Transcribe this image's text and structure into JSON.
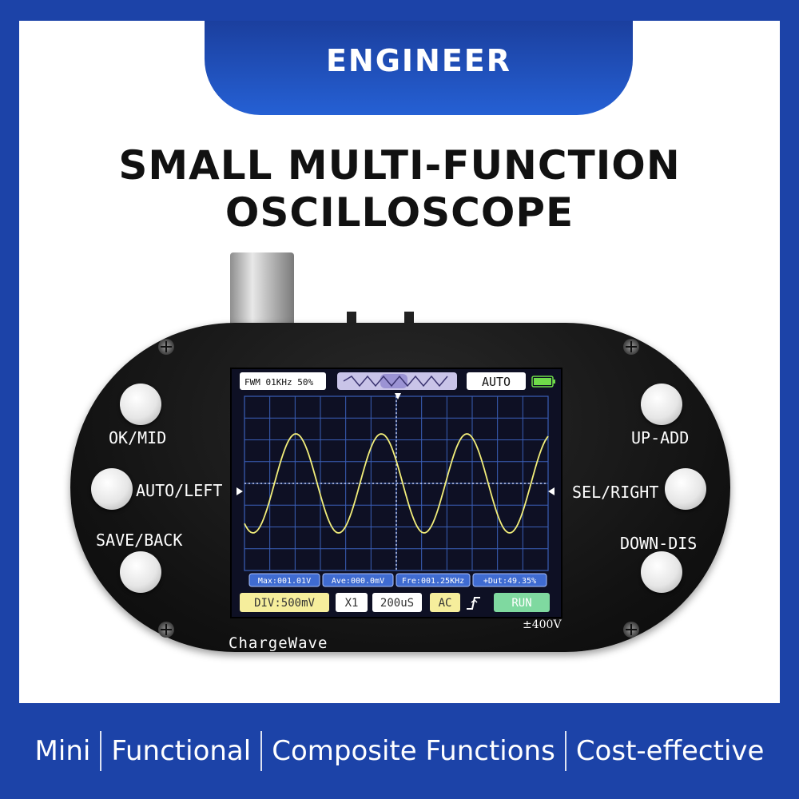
{
  "banner": {
    "brand": "ENGINEER",
    "headline_line1": "SMALL MULTI-FUNCTION",
    "headline_line2": "OSCILLOSCOPE"
  },
  "device": {
    "brand_label": "ChargeWave",
    "voltage_rating": "±400V",
    "buttons": {
      "ok_mid": "OK/MID",
      "auto_left": "AUTO/LEFT",
      "save_back": "SAVE/BACK",
      "up_add": "UP-ADD",
      "sel_right": "SEL/RIGHT",
      "down_dis": "DOWN-DIS"
    }
  },
  "screen": {
    "pwm_status": "FWM 01KHz 50%",
    "trigger_mode": "AUTO",
    "measurements": {
      "max": "Max:001.01V",
      "ave": "Ave:000.0mV",
      "fre": "Fre:001.25KHz",
      "duty": "+Dut:49.35%"
    },
    "settings": {
      "div": "DIV:500mV",
      "probe": "X1",
      "timebase": "200uS",
      "coupling": "AC",
      "run_state": "RUN"
    },
    "battery_level": 1.0,
    "colors": {
      "waveform": "#f2ee7a",
      "grid": "#3a5fb8",
      "background": "#0e1024"
    }
  },
  "features": [
    "Mini",
    "Functional",
    "Composite Functions",
    "Cost-effective"
  ]
}
